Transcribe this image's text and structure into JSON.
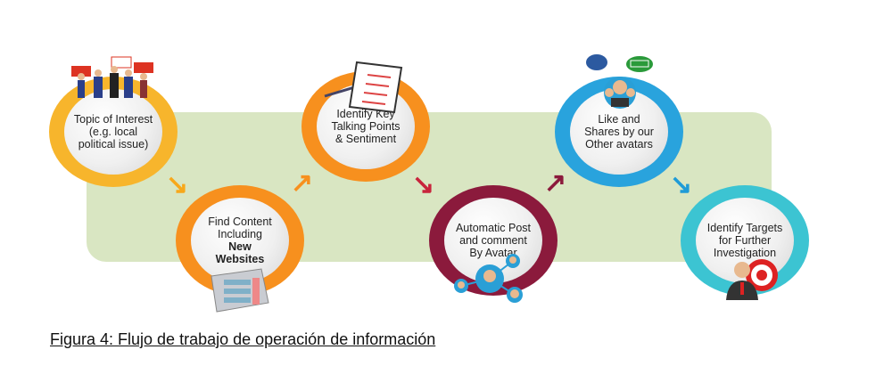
{
  "steps": [
    {
      "lines": [
        "Topic of Interest",
        "(e.g. local",
        "political issue)"
      ],
      "color": "#f7b52c",
      "icon": "protest-crowd-icon"
    },
    {
      "lines": [
        "Find Content",
        "Including"
      ],
      "bold_lines": [
        "New",
        "Websites"
      ],
      "color": "#f7901e",
      "icon": "website-folder-icon"
    },
    {
      "lines": [
        "Identify Key",
        "Talking Points",
        "& Sentiment"
      ],
      "color": "#f7901e",
      "icon": "clipboard-checklist-icon"
    },
    {
      "lines": [
        "Automatic Post",
        "and comment",
        "By Avatar"
      ],
      "color": "#8b1a3c",
      "icon": "avatar-network-icon"
    },
    {
      "lines": [
        "Like and",
        "Shares by our",
        "Other avatars"
      ],
      "color": "#29a3dd",
      "icon": "like-share-avatars-icon"
    },
    {
      "lines": [
        "Identify Targets",
        "for Further",
        "Investigation"
      ],
      "color": "#3cc4d2",
      "icon": "target-person-icon"
    }
  ],
  "arrow_colors": [
    "#f7a81b",
    "#f7901e",
    "#c8243c",
    "#8b1a3c",
    "#1f9bd7"
  ],
  "caption": "Figura 4: Flujo de trabajo de operación de información"
}
